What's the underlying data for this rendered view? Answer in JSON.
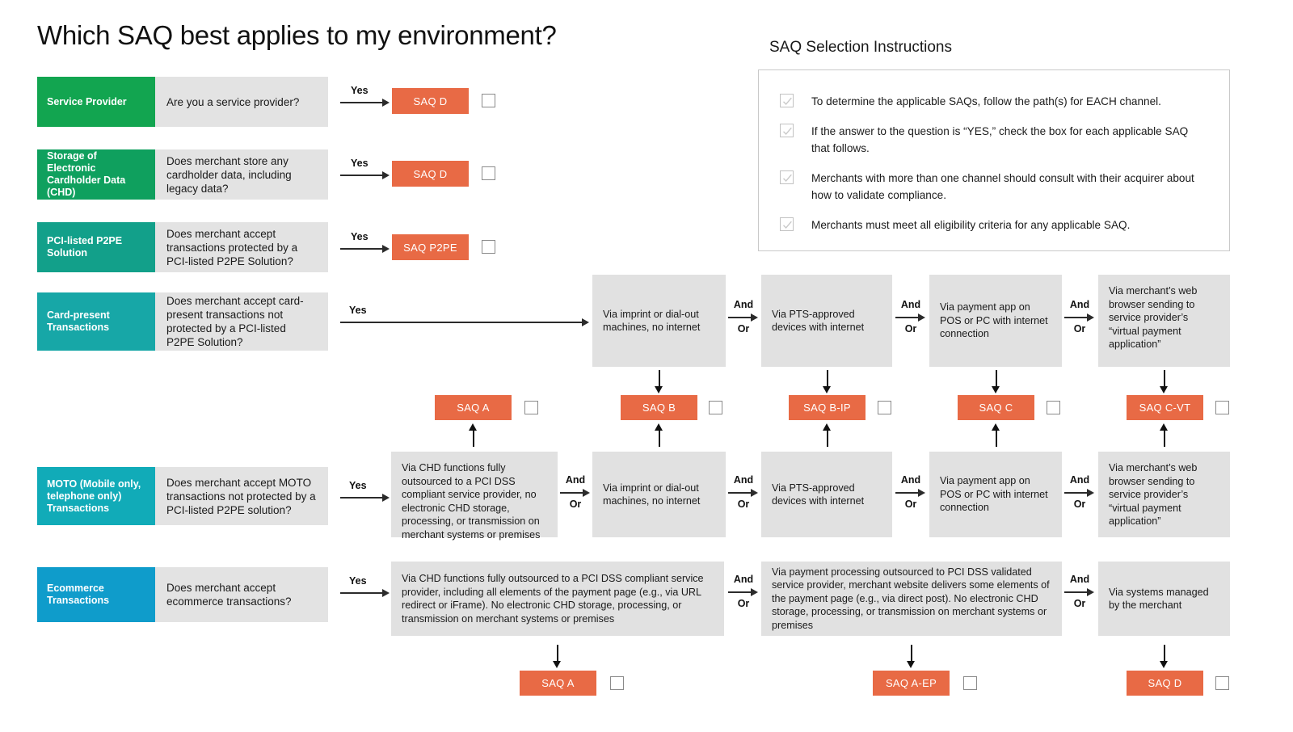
{
  "page_title": "Which SAQ best applies to my environment?",
  "colors": {
    "orange": "#e86a45",
    "grey_box": "#e1e1e1",
    "question_box": "#e3e3e3",
    "green": "#12a550",
    "green2": "#0fa05e",
    "teal1": "#12a08a",
    "teal2": "#17a7a7",
    "teal3": "#11abb8",
    "blue": "#0f9ccb"
  },
  "instructions": {
    "title": "SAQ Selection Instructions",
    "items": [
      "To determine the applicable SAQs, follow the path(s) for EACH channel.",
      "If the answer to the question is “YES,” check the box for each applicable SAQ that follows.",
      "Merchants with more than one channel should consult with their acquirer about how to validate compliance.",
      "Merchants must meet all eligibility criteria for any applicable SAQ."
    ],
    "check_icon": "check-icon"
  },
  "connector": {
    "and": "And",
    "or": "Or",
    "yes": "Yes"
  },
  "channels": [
    {
      "tag": "Service Provider",
      "question": "Are you a service provider?",
      "tag_color": "#12a550",
      "result": "SAQ D"
    },
    {
      "tag": "Storage of Electronic Cardholder Data (CHD)",
      "question": "Does merchant store any cardholder data, including legacy data?",
      "tag_color": "#0fa05e",
      "result": "SAQ D"
    },
    {
      "tag": "PCI-listed P2PE Solution",
      "question": "Does merchant accept transactions protected by a PCI-listed P2PE Solution?",
      "tag_color": "#12a08a",
      "result": "SAQ  P2PE"
    },
    {
      "tag": "Card-present Transactions",
      "question": "Does merchant accept card-present transactions not protected by a PCI-listed P2PE Solution?",
      "tag_color": "#17a7a7"
    },
    {
      "tag": "MOTO (Mobile only, telephone only) Transactions",
      "question": "Does merchant accept MOTO transactions not protected by a PCI-listed P2PE solution?",
      "tag_color": "#11abb8"
    },
    {
      "tag": "Ecommerce Transactions",
      "question": "Does merchant accept ecommerce transactions?",
      "tag_color": "#0f9ccb"
    }
  ],
  "card_present_paths": [
    "Via imprint or dial-out machines, no internet",
    "Via PTS-approved devices with internet",
    "Via payment app on POS or PC with internet connection",
    "Via merchant’s web browser sending to service provider’s “virtual payment application”"
  ],
  "moto_paths": [
    "Via CHD functions fully outsourced to a PCI DSS compliant service provider, no electronic CHD storage, processing, or transmission on merchant systems or premises",
    "Via imprint or dial-out machines, no internet",
    "Via PTS-approved devices with internet",
    "Via payment app on POS or PC with internet connection",
    "Via merchant’s web browser sending to service provider’s “virtual payment application”"
  ],
  "ecommerce_paths": [
    "Via CHD functions fully outsourced to a PCI DSS compliant service provider, including all elements of the payment page (e.g., via URL redirect or iFrame). No electronic CHD storage, processing, or transmission on merchant systems or premises",
    "Via payment processing outsourced to PCI DSS validated service provider, merchant website delivers some elements of the payment page (e.g., via direct post). No electronic CHD storage, processing, or transmission on merchant systems or premises",
    "Via systems managed by the merchant"
  ],
  "middle_results": [
    "SAQ A",
    "SAQ B",
    "SAQ B-IP",
    "SAQ C",
    "SAQ C-VT"
  ],
  "bottom_results": [
    "SAQ A",
    "SAQ A-EP",
    "SAQ D"
  ]
}
